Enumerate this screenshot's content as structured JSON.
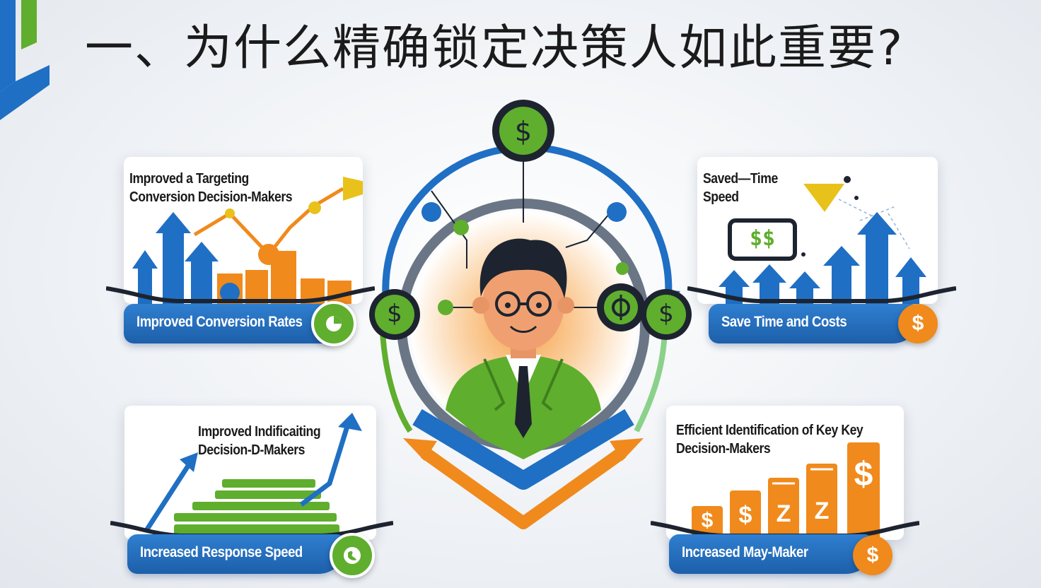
{
  "title": "一、为什么精确锁定决策人如此重要?",
  "colors": {
    "accent_blue": "#1f6fc4",
    "accent_green": "#5fae2e",
    "accent_orange": "#f08a1c",
    "accent_yellow": "#e8c21a"
  },
  "cards": {
    "top_left": {
      "heading": [
        "Improved a Targeting",
        "Conversion Decision-Makers"
      ],
      "banner": "Improved Conversion Rates",
      "badge_icon": "pie-chart-icon"
    },
    "top_right": {
      "heading": [
        "Saved—Time",
        "Speed"
      ],
      "money_sign": "$$",
      "banner": "Save Time and Costs",
      "badge_icon": "dollar-icon",
      "badge_text": "$"
    },
    "bottom_left": {
      "heading": [
        "Improved Indificaiting",
        "Decision-D-Makers"
      ],
      "banner": "Increased Response Speed",
      "badge_icon": "globe-icon"
    },
    "bottom_right": {
      "heading": [
        "Efficient Identification of Key Key",
        "Decision-Makers"
      ],
      "bar_labels": [
        "$",
        "$",
        "Z",
        "Z",
        "$"
      ],
      "banner": "Increased May-Maker",
      "badge_icon": "dollar-icon",
      "badge_text": "$"
    }
  },
  "hub": {
    "top_coin": "$",
    "left_coin": "$",
    "right_coin": "$",
    "center_icon": "businessman-icon"
  }
}
